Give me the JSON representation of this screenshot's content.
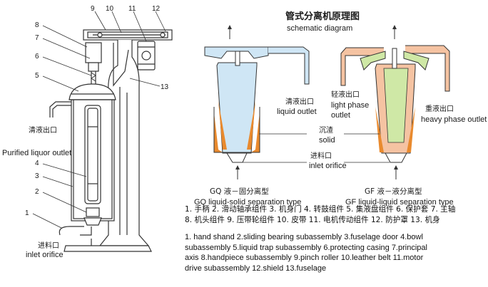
{
  "header": {
    "title_cn": "管式分离机原理图",
    "title_en": "schematic diagram"
  },
  "callouts": [
    "1",
    "2",
    "3",
    "4",
    "5",
    "6",
    "7",
    "8",
    "9",
    "10",
    "11",
    "12",
    "13"
  ],
  "machine_labels": {
    "purified_outlet_cn": "清液出口",
    "purified_outlet_en": "Purified liquor outlet",
    "inlet_cn": "进料口",
    "inlet_en": "inlet orifice"
  },
  "gq": {
    "liquid_outlet_cn": "清液出口",
    "liquid_outlet_en": "liquid outlet",
    "solid_cn": "沉渣",
    "solid_en": "solid",
    "inlet_cn": "进料口",
    "inlet_en": "inlet orifice",
    "caption_cn": "GQ 液－固分离型",
    "caption_en": "GQ liquid-solid separation type"
  },
  "gf": {
    "light_cn": "轻液出口",
    "light_en_1": "light phase",
    "light_en_2": "outlet",
    "heavy_cn": "重液出口",
    "heavy_en": "heavy phase outlet",
    "caption_cn": "GF 液－液分离型",
    "caption_en": "GF liquid-liquid separation type"
  },
  "legend": {
    "cn_line1": "1. 手柄  2. 滑动轴承组件  3. 机身门  4. 转鼓组件  5. 集液盘组件  6. 保护套  7. 主轴",
    "cn_line2": "8. 机头组件 9. 压带轮组件  10. 皮带  11. 电机传动组件  12. 防护罩  13. 机身",
    "en_line1": "1. hand shand   2.sliding bearing subassembly   3.fuselage door   4.bowl",
    "en_line2": "subassembly   5.liquid trap subassembly   6.protecting casing   7.principal",
    "en_line3": "axis   8.handpiece subassembly   9.pinch roller   10.leather belt   11.motor",
    "en_line4": "drive subassembly   12.shield 13.fuselage"
  },
  "colors": {
    "blue": "#cfe6f5",
    "orange": "#e98a2e",
    "peach": "#f5c3a2",
    "green": "#cfe8a6",
    "line": "#333333"
  }
}
